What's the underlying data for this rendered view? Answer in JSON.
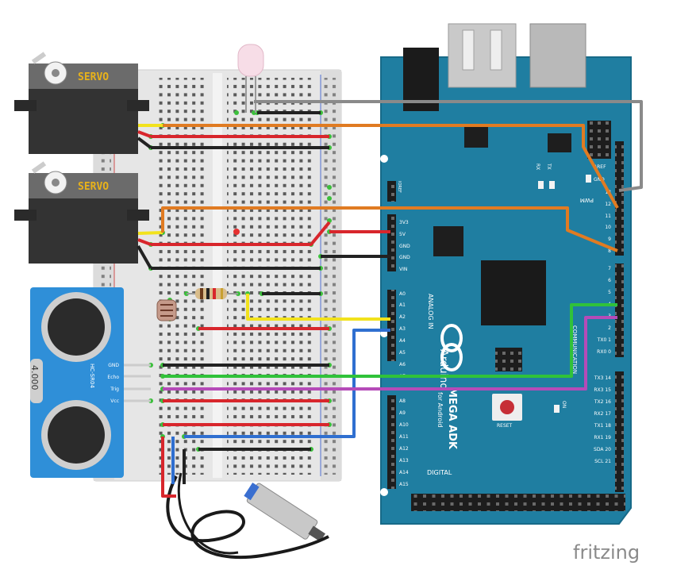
{
  "servo_top": {
    "label": "SERVO"
  },
  "servo_bottom": {
    "label": "SERVO"
  },
  "ultrasonic": {
    "model": "HC-SR04",
    "crystal": "4.000",
    "pins": [
      "GND",
      "Echo",
      "Trig",
      "Vcc"
    ]
  },
  "board": {
    "brand": "Arduino",
    "model": "MEGA ADK",
    "tagline": "for Android",
    "ioref": "IOREF",
    "aref": "AREF",
    "gnd": "GND",
    "rx": "RX",
    "tx": "TX",
    "on": "ON",
    "reset": "RESET",
    "pwm": "PWM",
    "analog_in": "ANALOG IN",
    "communication": "COMMUNICATION",
    "digital": "DIGITAL",
    "power_pins": [
      "3V3",
      "5V",
      "GND",
      "GND",
      "VIN"
    ],
    "analog_pins": [
      "A0",
      "A1",
      "A2",
      "A3",
      "A4",
      "A5",
      "A6",
      "A7",
      "A8",
      "A9",
      "A10",
      "A11",
      "A12",
      "A13",
      "A14",
      "A15"
    ],
    "pwm_pins": [
      "13",
      "12",
      "11",
      "10",
      "9",
      "8",
      "7",
      "6",
      "5",
      "4",
      "3",
      "2",
      "TX0 1",
      "RX0 0"
    ],
    "comm_pins": [
      "TX3 14",
      "RX3 15",
      "TX2 16",
      "RX2 17",
      "TX1 18",
      "RX1 19",
      "SDA 20",
      "SCL 21"
    ]
  },
  "watermark": "fritzing",
  "colors": {
    "board": "#1f7ea1",
    "wire_orange": "#e07b22",
    "wire_red": "#d8262c",
    "wire_black": "#222222",
    "wire_yellow": "#f2e21c",
    "wire_blue": "#2f6fd0",
    "wire_green": "#30c23a",
    "wire_purple": "#b54bb8",
    "wire_gray": "#8a8a8a",
    "servo_label": "#e8b21a",
    "sensor_pcb": "#2f8fd8"
  }
}
